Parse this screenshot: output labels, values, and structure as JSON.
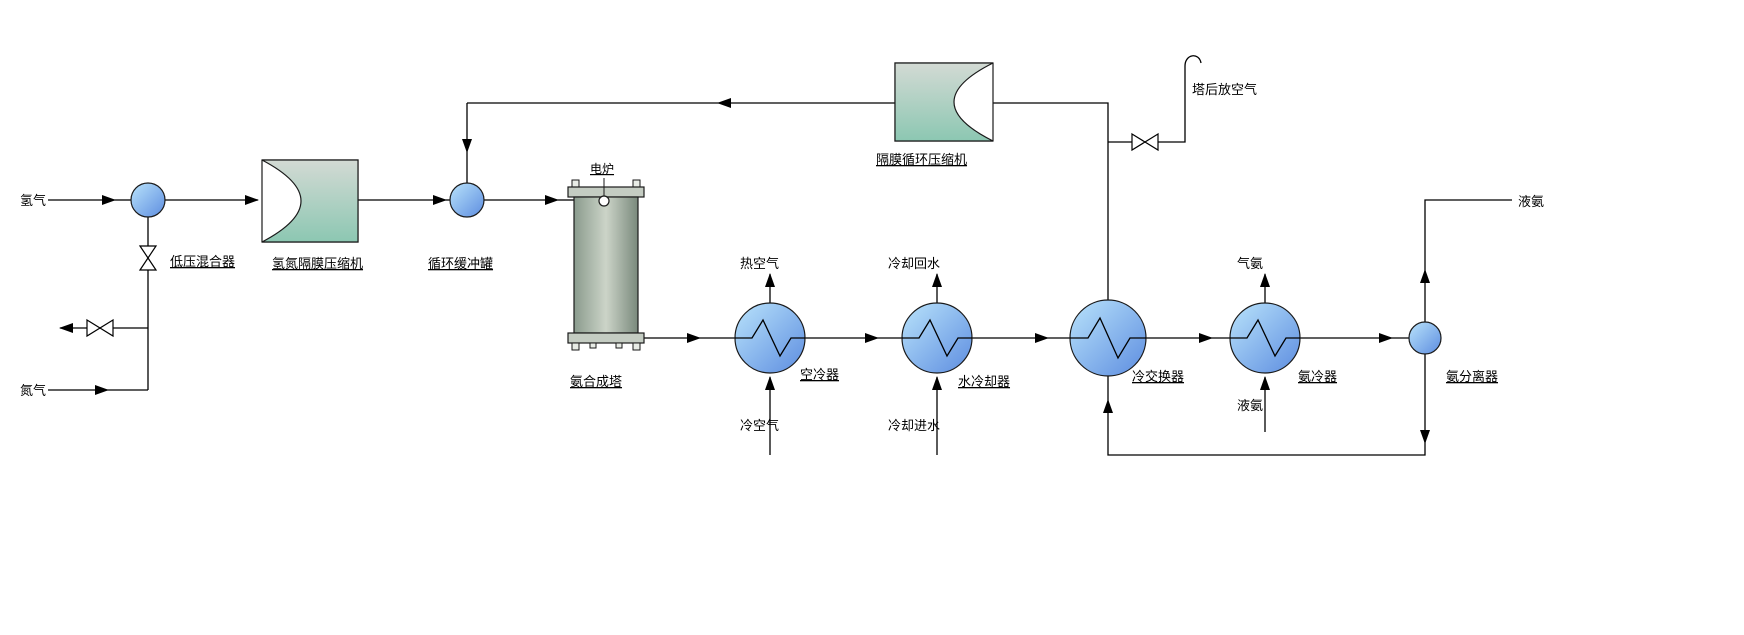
{
  "colors": {
    "line": "#000000",
    "vessel_gradient_light": "#b9e3fb",
    "vessel_gradient_dark": "#5d8de0",
    "compressor_gradient_light": "#d3dad4",
    "compressor_gradient_dark": "#8cc7b2",
    "tower_edge": "#8a9b8d",
    "tower_center": "#ccd4c8",
    "background": "#ffffff"
  },
  "labels": {
    "hydrogen": "氢气",
    "nitrogen": "氮气",
    "low_pressure_mixer": "低压混合器",
    "h2n2_diaphragm_compressor": "氢氮隔膜压缩机",
    "circulation_buffer_tank": "循环缓冲罐",
    "electric_furnace": "电炉",
    "ammonia_synthesis_tower": "氨合成塔",
    "hot_air": "热空气",
    "cold_air": "冷空气",
    "air_cooler": "空冷器",
    "cooling_return_water": "冷却回水",
    "cooling_inlet_water": "冷却进水",
    "water_cooler": "水冷却器",
    "cold_exchanger": "冷交换器",
    "gas_ammonia": "气氨",
    "liquid_ammonia_feed": "液氨",
    "ammonia_cooler": "氨冷器",
    "ammonia_separator": "氨分离器",
    "liquid_ammonia_product": "液氨",
    "vent_after_tower": "塔后放空气",
    "diaphragm_circulation_compressor": "隔膜循环压缩机"
  }
}
